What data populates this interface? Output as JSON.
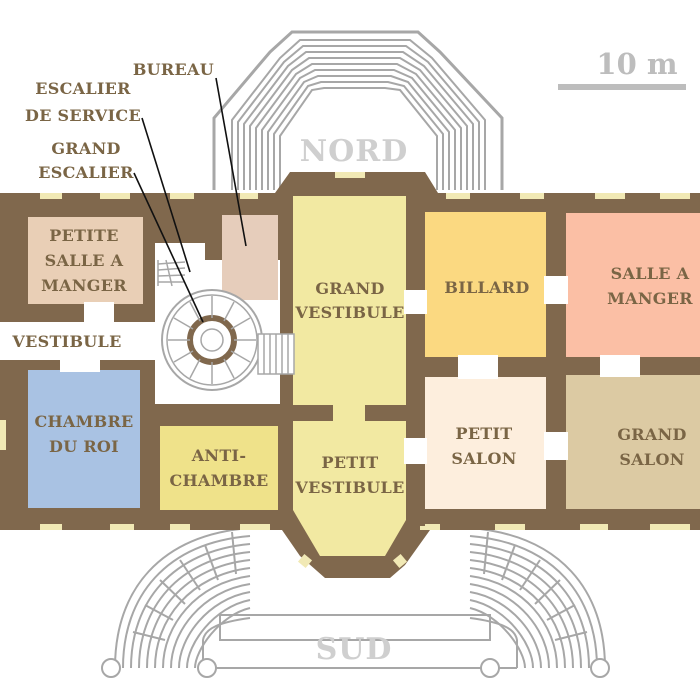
{
  "compass": {
    "north": "NORD",
    "south": "SUD"
  },
  "scale": {
    "label": "10 m"
  },
  "callouts": {
    "bureau": "BUREAU",
    "escalier_service": [
      "ESCALIER",
      "DE SERVICE"
    ],
    "grand_escalier": [
      "GRAND",
      "ESCALIER"
    ]
  },
  "rooms": {
    "petite_salle_a_manger": [
      "PETITE",
      "SALLE A",
      "MANGER"
    ],
    "vestibule": [
      "VESTIBULE"
    ],
    "chambre_du_roi": [
      "CHAMBRE",
      "DU ROI"
    ],
    "antichambre": [
      "ANTI-",
      "CHAMBRE"
    ],
    "grand_vestibule": [
      "GRAND",
      "VESTIBULE"
    ],
    "petit_vestibule": [
      "PETIT",
      "VESTIBULE"
    ],
    "billard": [
      "BILLARD"
    ],
    "petit_salon": [
      "PETIT",
      "SALON"
    ],
    "salle_a_manger": [
      "SALLE A",
      "MANGER"
    ],
    "grand_salon": [
      "GRAND",
      "SALON"
    ]
  },
  "colors": {
    "wall": "#80684d",
    "window": "#f1e9b5",
    "stairs": "#a7a7a7",
    "petite_salle_a_manger": "#e9cfb6",
    "bureau": "#e6cdbb",
    "chambre_du_roi": "#a9c2e3",
    "antichambre": "#efe28a",
    "vestibule_central": "#f2e9a2",
    "billard": "#fbd981",
    "petit_salon": "#fdeedd",
    "salle_a_manger": "#fbbfa5",
    "grand_salon": "#dccaa3"
  }
}
